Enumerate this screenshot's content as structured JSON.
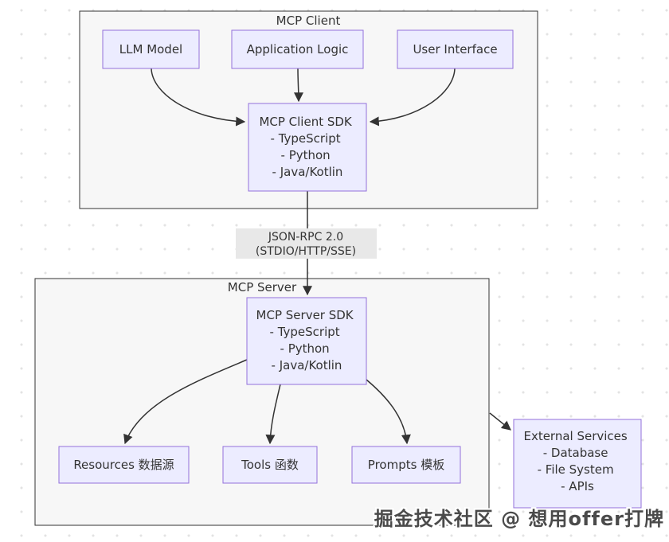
{
  "clusters": {
    "client": {
      "label": "MCP Client"
    },
    "server": {
      "label": "MCP Server"
    }
  },
  "nodes": {
    "llm_model": {
      "label": "LLM Model"
    },
    "application_logic": {
      "label": "Application Logic"
    },
    "user_interface": {
      "label": "User Interface"
    },
    "client_sdk": {
      "lines": [
        "MCP Client SDK",
        "- TypeScript",
        "- Python",
        "- Java/Kotlin"
      ]
    },
    "server_sdk": {
      "lines": [
        "MCP Server SDK",
        "- TypeScript",
        "- Python",
        "- Java/Kotlin"
      ]
    },
    "resources": {
      "label": "Resources 数据源"
    },
    "tools": {
      "label": "Tools 函数"
    },
    "prompts": {
      "label": "Prompts 模板"
    },
    "external_services": {
      "lines": [
        "External Services",
        "- Database",
        "- File System",
        "- APIs"
      ]
    }
  },
  "edge_label": {
    "lines": [
      "JSON-RPC 2.0",
      "(STDIO/HTTP/SSE)"
    ]
  },
  "watermark": "掘金技术社区 @ 想用offer打牌",
  "colors": {
    "node_fill": "#ECECFF",
    "node_border": "#9370DB",
    "cluster_fill": "#F7F7F7",
    "cluster_border": "#333333",
    "edge": "#333333",
    "edge_label_bg": "#E8E8E8",
    "text": "#333333",
    "watermark_text": "#4A4A4A"
  }
}
